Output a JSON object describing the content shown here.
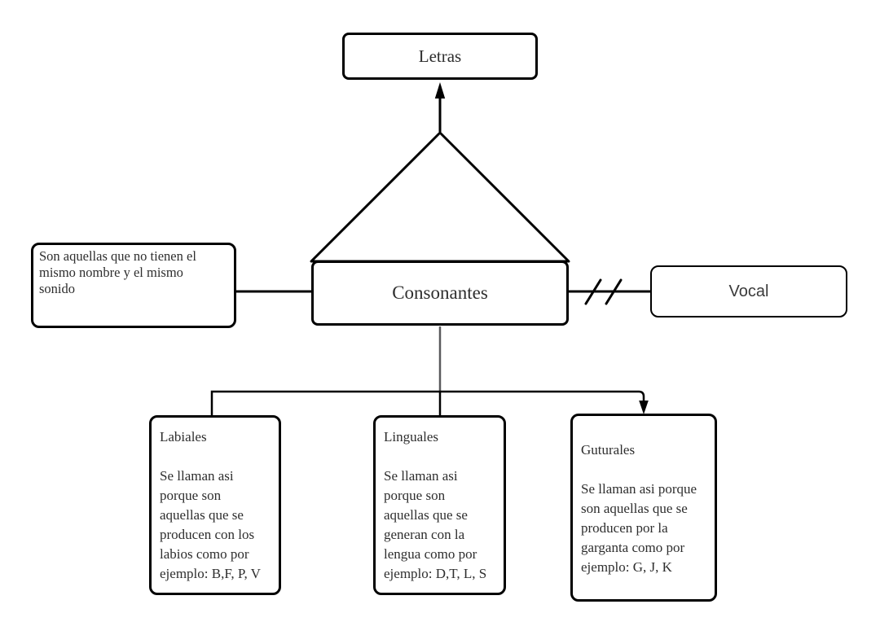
{
  "colors": {
    "background": "#ffffff",
    "line": "#000000",
    "soft_line": "#5a5a5c",
    "text": "#2e2e2e"
  },
  "nodes": {
    "letras": {
      "label": "Letras"
    },
    "consonantes": {
      "label": "Consonantes"
    },
    "definicion": {
      "text": "Son aquellas que no tienen el\nmismo nombre y el mismo\nsonido"
    },
    "vocal": {
      "label": "Vocal"
    },
    "labiales": {
      "title": "Labiales",
      "body": "Se llaman asi\nporque son\naquellas que se\nproducen con los\nlabios como por\nejemplo: B,F, P, V"
    },
    "linguales": {
      "title": "Linguales",
      "body": "Se llaman asi\nporque son\naquellas que se\ngeneran con la\nlengua como por\nejemplo: D,T, L, S"
    },
    "guturales": {
      "title": "Guturales",
      "body": "Se llaman asi porque\nson aquellas que se\nproducen por la\ngarganta como por\nejemplo: G, J, K"
    }
  }
}
